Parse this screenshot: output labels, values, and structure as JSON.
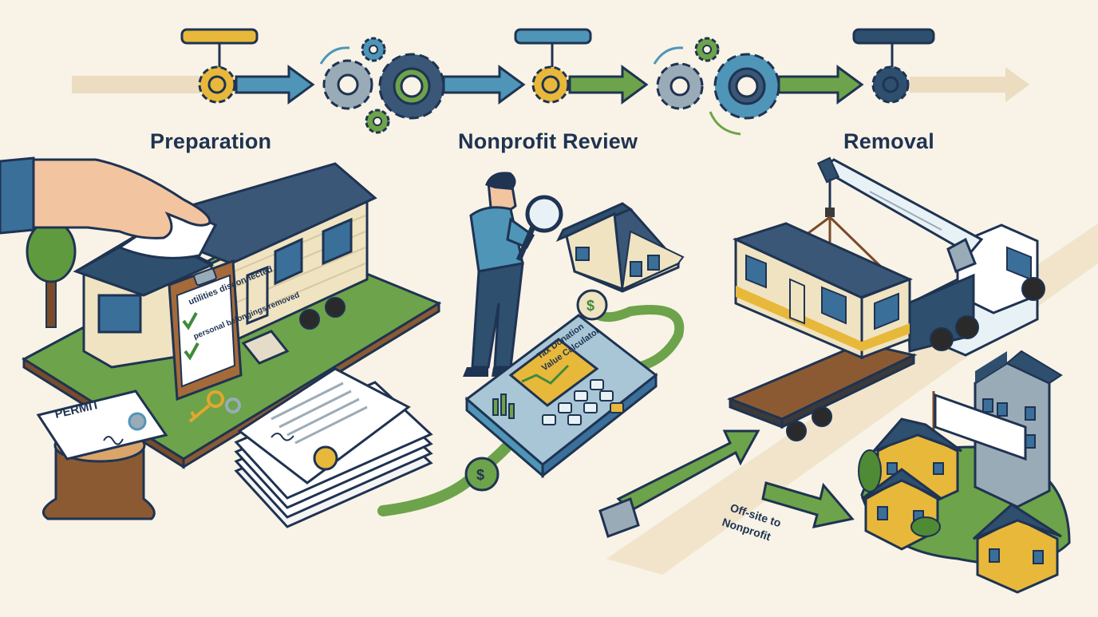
{
  "stages": [
    {
      "label": "Preparation",
      "color": "#e8b83a"
    },
    {
      "label": "Nonprofit Review",
      "color": "#4f95b8"
    },
    {
      "label": "Removal",
      "color": "#2e4f6e"
    }
  ],
  "checklist": {
    "items": [
      "utilities disconnected",
      "personal belongings removed"
    ]
  },
  "permit": {
    "title": "PERMIT"
  },
  "calculator": {
    "line1": "Tax Donation",
    "line2": "Value Calculator"
  },
  "currency_symbol": "$",
  "offsite": {
    "line1": "Off-site to",
    "line2": "Nonprofit"
  },
  "colors": {
    "background": "#f8f3e6",
    "navy": "#1f3352",
    "teal": "#4f95b8",
    "green": "#6da34a",
    "yellow": "#e8b83a",
    "house_beige": "#efe3c2",
    "roof": "#3a5777"
  }
}
